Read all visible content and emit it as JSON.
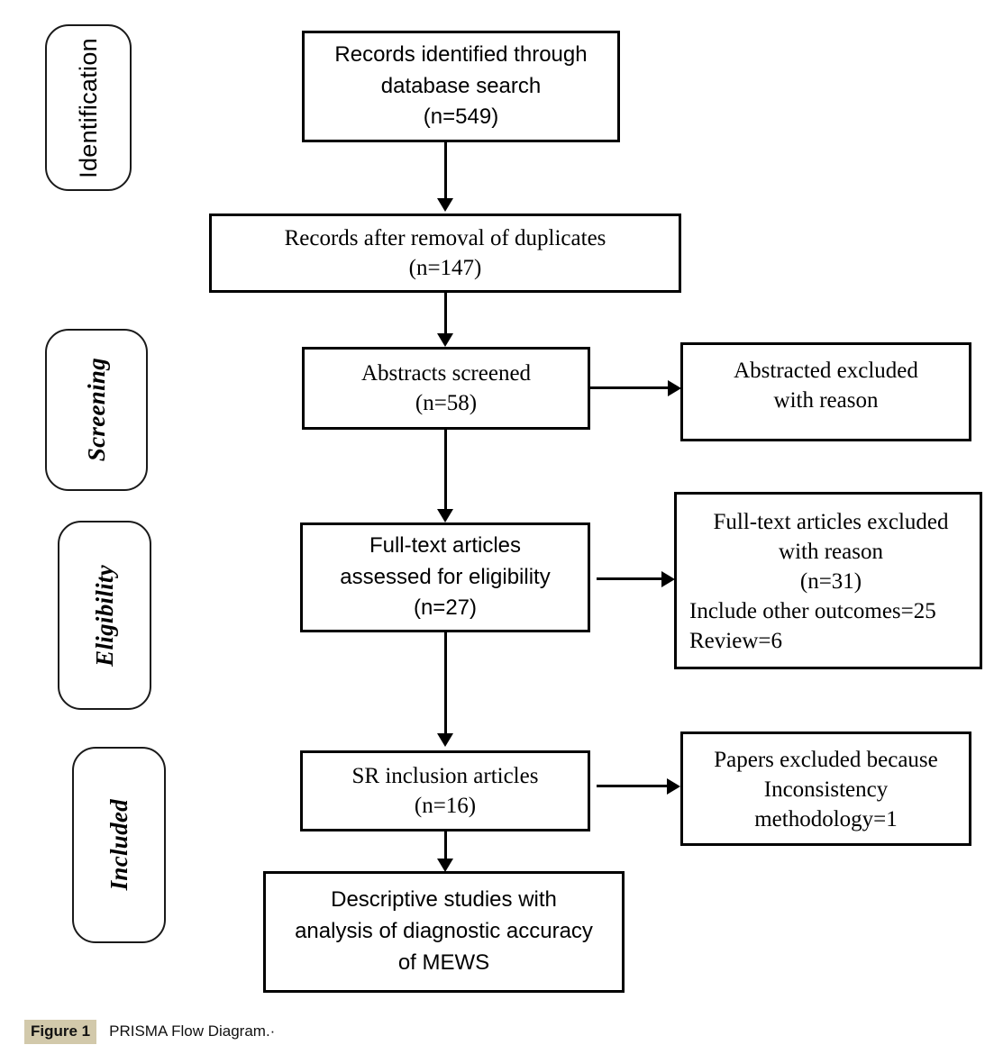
{
  "figure": {
    "label": "Figure 1",
    "caption": "PRISMA Flow Diagram.·",
    "highlight_color": "#d2c9ab",
    "stroke_color": "#000000"
  },
  "stages": [
    {
      "id": "identification",
      "label": "Identification"
    },
    {
      "id": "screening",
      "label": "Screening"
    },
    {
      "id": "eligibility",
      "label": "Eligibility"
    },
    {
      "id": "included",
      "label": "Included"
    }
  ],
  "boxes": {
    "records_identified": {
      "line1": "Records identified through",
      "line2": "database search",
      "line3": "(n=549)"
    },
    "records_after_duplicates": {
      "line1": "Records after removal of duplicates",
      "line2": "(n=147)"
    },
    "abstracts_screened": {
      "line1": "Abstracts screened",
      "line2": "(n=58)"
    },
    "abstracts_excluded": {
      "line1": "Abstracted excluded",
      "line2": "with reason"
    },
    "fulltext_assessed": {
      "line1": "Full-text articles",
      "line2": "assessed for eligibility",
      "line3": "(n=27)"
    },
    "fulltext_excluded": {
      "line1": "Full-text articles excluded",
      "line2": "with reason",
      "line3": "(n=31)",
      "line4": "Include other outcomes=25",
      "line5": "Review=6"
    },
    "sr_inclusion": {
      "line1": "SR inclusion articles",
      "line2": "(n=16)"
    },
    "papers_excluded": {
      "line1": "Papers excluded because",
      "line2": "Inconsistency",
      "line3": "methodology=1"
    },
    "descriptive_studies": {
      "line1": "Descriptive studies with",
      "line2": "analysis of diagnostic accuracy",
      "line3": "of MEWS"
    }
  },
  "chart_data": {
    "type": "diagram",
    "title": "PRISMA Flow Diagram",
    "nodes": [
      {
        "id": "records_identified",
        "stage": "Identification",
        "text": "Records identified through database search",
        "n": 549
      },
      {
        "id": "records_after_duplicates",
        "stage": "Identification",
        "text": "Records after removal of duplicates",
        "n": 147
      },
      {
        "id": "abstracts_screened",
        "stage": "Screening",
        "text": "Abstracts screened",
        "n": 58
      },
      {
        "id": "abstracts_excluded",
        "stage": "Screening",
        "text": "Abstracted excluded with reason",
        "n": null
      },
      {
        "id": "fulltext_assessed",
        "stage": "Eligibility",
        "text": "Full-text articles assessed for eligibility",
        "n": 27
      },
      {
        "id": "fulltext_excluded",
        "stage": "Eligibility",
        "text": "Full-text articles excluded with reason",
        "n": 31,
        "breakdown": [
          {
            "reason": "Include other outcomes",
            "count": 25
          },
          {
            "reason": "Review",
            "count": 6
          }
        ]
      },
      {
        "id": "sr_inclusion",
        "stage": "Included",
        "text": "SR inclusion articles",
        "n": 16
      },
      {
        "id": "papers_excluded",
        "stage": "Included",
        "text": "Papers excluded because Inconsistency methodology",
        "n": 1
      },
      {
        "id": "descriptive_studies",
        "stage": "Included",
        "text": "Descriptive studies with analysis of diagnostic accuracy of MEWS",
        "n": null
      }
    ],
    "edges": [
      {
        "from": "records_identified",
        "to": "records_after_duplicates",
        "direction": "down"
      },
      {
        "from": "records_after_duplicates",
        "to": "abstracts_screened",
        "direction": "down"
      },
      {
        "from": "abstracts_screened",
        "to": "abstracts_excluded",
        "direction": "right"
      },
      {
        "from": "abstracts_screened",
        "to": "fulltext_assessed",
        "direction": "down"
      },
      {
        "from": "fulltext_assessed",
        "to": "fulltext_excluded",
        "direction": "right"
      },
      {
        "from": "fulltext_assessed",
        "to": "sr_inclusion",
        "direction": "down"
      },
      {
        "from": "sr_inclusion",
        "to": "papers_excluded",
        "direction": "right"
      },
      {
        "from": "sr_inclusion",
        "to": "descriptive_studies",
        "direction": "down"
      }
    ]
  }
}
